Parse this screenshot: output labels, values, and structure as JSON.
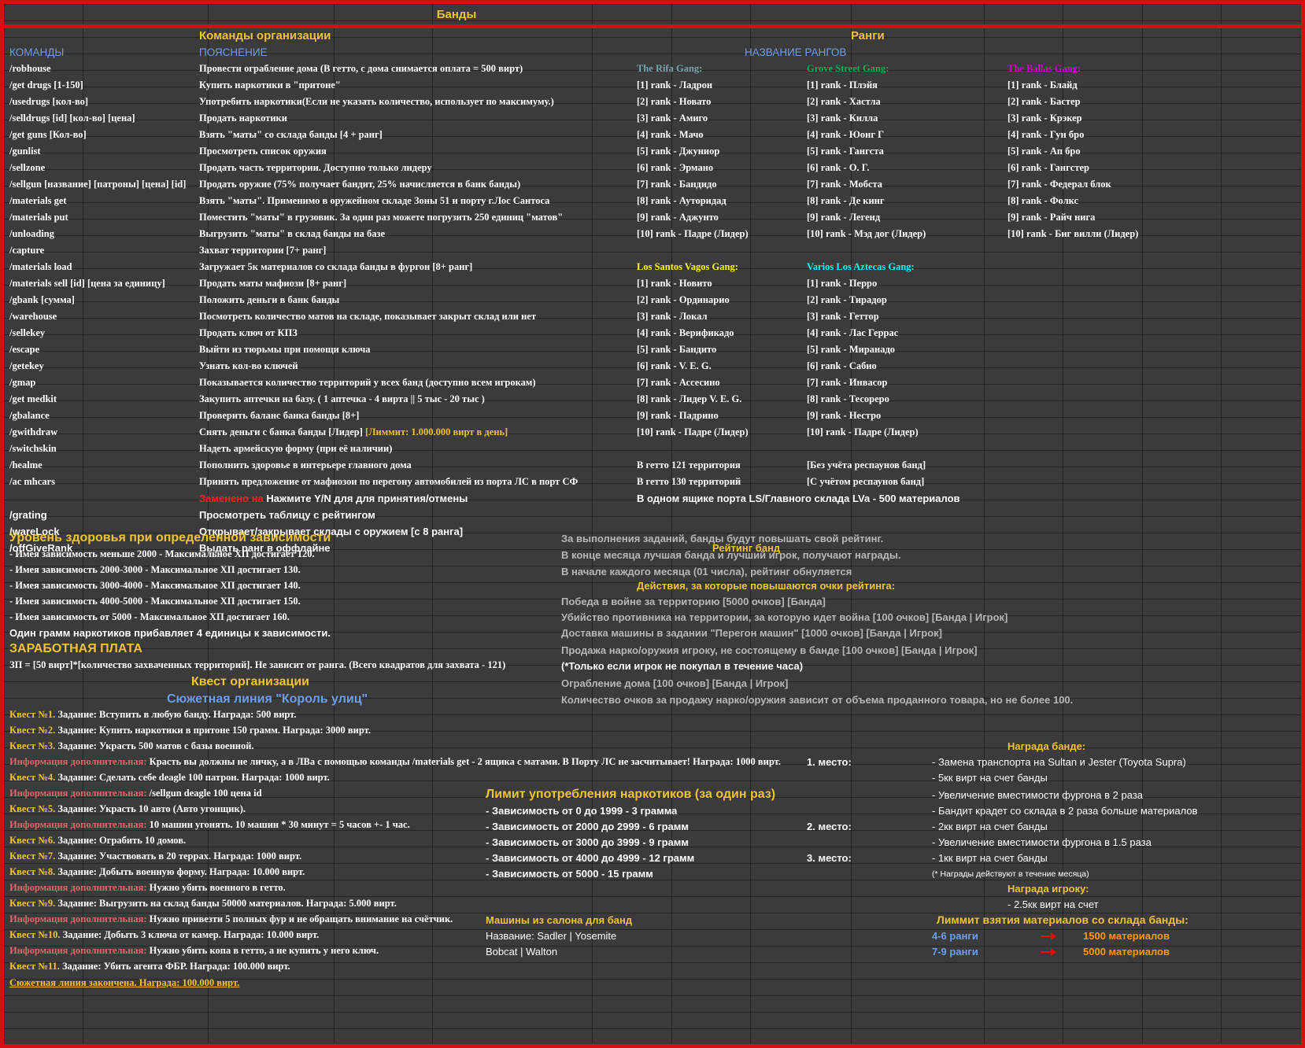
{
  "title": "Банды",
  "headers": {
    "commands_title": "Команды организации",
    "ranks_title": "Ранги",
    "col_commands": "КОМАНДЫ",
    "col_explanation": "ПОЯСНЕНИЕ",
    "col_rank_names": "НАЗВАНИЕ РАНГОВ"
  },
  "commands": [
    {
      "cmd": "/robhouse",
      "desc": "Провести ограбление дома (В гетто, с дома снимается оплата = 500 вирт)"
    },
    {
      "cmd": "/get drugs [1-150]",
      "desc": "Купить наркотики в \"притоне\""
    },
    {
      "cmd": "/usedrugs [кол-во]",
      "desc": "Употребить наркотики(Если не указать количество, использует по максимуму.)"
    },
    {
      "cmd": "/selldrugs [id] [кол-во] [цена]",
      "desc": "Продать наркотики"
    },
    {
      "cmd": "/get guns [Кол-во]",
      "desc": "Взять \"маты\" со склада банды [4 + ранг]"
    },
    {
      "cmd": "/gunlist",
      "desc": "Просмотреть список оружия"
    },
    {
      "cmd": "/sellzone",
      "desc": "Продать часть территории. Доступно только лидеру"
    },
    {
      "cmd": "/sellgun [название] [патроны] [цена] [id]",
      "desc": "Продать оружие (75% получает бандит, 25% начисляется в банк банды)"
    },
    {
      "cmd": "/materials get",
      "desc": "Взять \"маты\". Применимо в оружейном складе Зоны 51 и порту г.Лос Сантоса"
    },
    {
      "cmd": "/materials put",
      "desc": "Поместить \"маты\" в грузовик. За один раз можете погрузить 250 единиц \"матов\""
    },
    {
      "cmd": "/unloading",
      "desc": "Выгрузить \"маты\" в склад банды на базе"
    },
    {
      "cmd": "/capture",
      "desc": "Захват территории [7+ ранг]"
    },
    {
      "cmd": "/materials load",
      "desc": "Загружает 5к материалов со склада банды в фургон [8+ ранг]"
    },
    {
      "cmd": "/materials sell [id] [цена за единицу]",
      "desc": "Продать маты мафиози [8+ ранг]"
    },
    {
      "cmd": "/gbank [сумма]",
      "desc": "Положить деньги в банк банды"
    },
    {
      "cmd": "/warehouse",
      "desc": "Посмотреть количество матов на складе, показывает закрыт склад или нет"
    },
    {
      "cmd": "/sellekey",
      "desc": "Продать ключ от КПЗ"
    },
    {
      "cmd": "/escape",
      "desc": "Выйти из тюрьмы при помощи ключа"
    },
    {
      "cmd": "/getekey",
      "desc": "Узнать кол-во ключей"
    },
    {
      "cmd": "/gmap",
      "desc": "Показывается количество территорий у всех банд (доступно всем игрокам)"
    },
    {
      "cmd": "/get medkit",
      "desc": "Закупить аптечки на базу. ( 1 аптечка - 4 вирта || 5 тыс - 20 тыс )"
    },
    {
      "cmd": "/gbalance",
      "desc": "Проверить баланс банка банды [8+]"
    },
    {
      "cmd": "/gwithdraw",
      "desc": "Снять деньги с банка банды [Лидер]",
      "extra": "[Лиммит: 1.000.000 вирт в день]"
    },
    {
      "cmd": "/switchskin",
      "desc": "Надеть армейскую форму (при её наличии)"
    },
    {
      "cmd": "/healme",
      "desc": "Пополнить здоровье в интерьере главного дома"
    },
    {
      "cmd": "/ac mhcars",
      "desc": "Принять предложение от мафиозои по перегону автомобилей из порта ЛС в порт СФ"
    },
    {
      "cmd": "",
      "desc": "Нажмите Y/N для для принятия/отмены",
      "prefix": "Заменено на"
    },
    {
      "cmd": "/grating",
      "desc": "Просмотреть таблицу с рейтингом"
    },
    {
      "cmd": "/wareLock",
      "desc": "Открывает/закрывает склады с оружием [с 8 ранга]"
    },
    {
      "cmd": "/offGiveRank",
      "desc": "Выдать ранг в оффлайне"
    }
  ],
  "gangs_top": [
    {
      "name": "The Rifa Gang:",
      "color": "#76a5af",
      "ranks": [
        "[1] rank - Ладрон",
        "[2] rank - Новато",
        "[3] rank - Амиго",
        "[4] rank - Мачо",
        "[5] rank - Джуниор",
        "[6] rank - Эрмано",
        "[7] rank - Бандидо",
        "[8] rank - Ауторидад",
        "[9] rank - Аджунто",
        "[10] rank - Падре (Лидер)"
      ]
    },
    {
      "name": "Grove Street Gang:",
      "color": "#00b050",
      "ranks": [
        "[1] rank - Плэйя",
        "[2] rank - Хастла",
        "[3] rank - Килла",
        "[4] rank - Юонг Г",
        "[5] rank - Гангста",
        "[6] rank - О. Г.",
        "[7] rank - Мобста",
        "[8] rank - Де кинг",
        "[9] rank - Легенд",
        "[10] rank - Мэд дог (Лидер)"
      ]
    },
    {
      "name": "The Ballas Gang:",
      "color": "#cc00cc",
      "ranks": [
        "[1] rank - Блайд",
        "[2] rank - Бастер",
        "[3] rank - Крэкер",
        "[4] rank - Гун бро",
        "[5] rank - Ап бро",
        "[6] rank - Гангстер",
        "[7] rank - Федерал блок",
        "[8] rank - Фолкс",
        "[9] rank - Райч нига",
        "[10] rank - Биг вилли (Лидер)"
      ]
    }
  ],
  "gangs_bottom": [
    {
      "name": "Los Santos Vagos Gang:",
      "color": "#ffff00",
      "ranks": [
        "[1] rank - Новито",
        "[2] rank - Ординарио",
        "[3] rank - Локал",
        "[4] rank - Верификадо",
        "[5] rank - Бандито",
        "[6] rank - V. E. G.",
        "[7] rank - Ассесино",
        "[8] rank - Лидер V. E. G.",
        "[9] rank - Падрино",
        "[10] rank - Падре (Лидер)"
      ]
    },
    {
      "name": "Varios Los Aztecas Gang:",
      "color": "#00ffff",
      "ranks": [
        "[1] rank - Перро",
        "[2] rank - Тирадор",
        "[3] rank - Геттор",
        "[4] rank - Лас Геррас",
        "[5] rank - Миранадо",
        "[6] rank - Сабио",
        "[7] rank - Инвасор",
        "[8] rank - Тесореро",
        "[9] rank - Нестро",
        "[10] rank - Падре (Лидер)"
      ]
    }
  ],
  "territory": {
    "ghetto121": "В гетто 121 территория",
    "ghetto130": "В гетто 130 территорий",
    "no_respawns": "[Без учёта респаунов банд]",
    "with_respawns": "[С учётом респаунов банд]",
    "box_info": "В одном ящике порта LS/Главного склада LVa - 500 материалов"
  },
  "rating": {
    "title": "Рейтинг банд",
    "lines": [
      "За выполнения заданий, банды будут повышать свой рейтинг.",
      "В конце месяца лучшая банда и лучший игрок, получают награды.",
      "В начале каждого месяца (01 числа), рейтинг обнуляется"
    ],
    "actions_title": "Действия, за которые повышаются очки рейтинга:",
    "actions": [
      "Победа в войне за территорию [5000 очков] [Банда]",
      "Убийство противника на территории, за которую идет война [100 очков] [Банда | Игрок]",
      "Доставка машины в задании \"Перегон машин\" [1000 очков] [Банда | Игрок]",
      "Продажа нарко/оружия игроку, не состоящему в банде [100 очков] [Банда | Игрок]",
      "(*Только если игрок не покупал в течение часа)",
      "Ограбление дома [100 очков] [Банда | Игрок]",
      "Количество очков за продажу нарко/оружия зависит от объема проданного товара, но не более 100."
    ]
  },
  "health": {
    "title": "Уровень здоровья при определенной зависимости",
    "lines": [
      "- Имея зависимость меньше 2000 - Максимальное ХП достигает 120.",
      "- Имея зависимость 2000-3000 - Максимальное ХП достигает 130.",
      "- Имея зависимость 3000-4000 - Максимальное ХП достигает 140.",
      "- Имея зависимость 4000-5000 - Максимальное ХП достигает 150.",
      "- Имея зависимость от 5000 - Максимальное ХП достигает 160."
    ],
    "gram": "Один грамм наркотиков прибавляет 4 единицы к зависимости."
  },
  "salary": {
    "title": "ЗАРАБОТНАЯ ПЛАТА",
    "text": "ЗП = [50 вирт]*[количество захваченных территорий]. Не зависит от ранга. (Всего квадратов для захвата - 121)"
  },
  "quest": {
    "title": "Квест организации",
    "storyline": "Сюжетная линия \"Король улиц\"",
    "items": [
      {
        "label": "Квест №1.",
        "text": "Задание: Вступить в любую банду. Награда: 500 вирт.",
        "type": "q"
      },
      {
        "label": "Квест №2.",
        "text": "Задание: Купить наркотики в притоне 150 грамм. Награда: 3000 вирт.",
        "type": "q"
      },
      {
        "label": "Квест №3.",
        "text": "Задание: Украсть 500 матов с базы военной.",
        "type": "q"
      },
      {
        "label": "Информация дополнительная:",
        "text": "Красть вы должны не личку, а в ЛВа с помощью команды /materials get - 2 ящика с матами. В Порту ЛС не засчитывает! Награда: 1000 вирт.",
        "type": "i"
      },
      {
        "label": "Квест №4.",
        "text": "Задание: Сделать себе deagle 100 патрон. Награда: 1000 вирт.",
        "type": "q"
      },
      {
        "label": "Информация дополнительная:",
        "text": "/sellgun deagle 100 цена id",
        "type": "i"
      },
      {
        "label": "Квест №5.",
        "text": "Задание: Украсть 10 авто (Авто угонщик).",
        "type": "q"
      },
      {
        "label": "Информация дополнительная:",
        "text": "10 машин угонять. 10 машин * 30 минут = 5 часов +- 1 час.",
        "type": "i"
      },
      {
        "label": "Квест №6.",
        "text": "Задание: Ограбить 10 домов.",
        "type": "q"
      },
      {
        "label": "Квест №7.",
        "text": "Задание: Участвовать в 20 террах. Награда: 1000 вирт.",
        "type": "q"
      },
      {
        "label": "Квест №8.",
        "text": "Задание: Добыть военную форму. Награда: 10.000 вирт.",
        "type": "q"
      },
      {
        "label": "Информация дополнительная:",
        "text": "Нужно убить военного в гетто.",
        "type": "i"
      },
      {
        "label": "Квест №9.",
        "text": "Задание: Выгрузить на склад банды 50000 материалов. Награда: 5.000 вирт.",
        "type": "q"
      },
      {
        "label": "Информация дополнительная:",
        "text": "Нужно привезти 5 полных фур и не обращать внимание на счётчик.",
        "type": "i"
      },
      {
        "label": "Квест №10.",
        "text": "Задание: Добыть 3 ключа от камер. Награда: 10.000 вирт.",
        "type": "q"
      },
      {
        "label": "Информация дополнительная:",
        "text": "Нужно убить копа в гетто, а не купить у него ключ.",
        "type": "i"
      },
      {
        "label": "Квест №11.",
        "text": "Задание: Убить агента ФБР. Награда: 100.000 вирт.",
        "type": "q"
      }
    ],
    "ending": "Сюжетная линия закончена. Награда: 100.000 вирт."
  },
  "drug_limit": {
    "title": "Лимит употребления наркотиков (за один раз)",
    "lines": [
      "- Зависимость от 0 до 1999 - 3 грамма",
      "- Зависимость от 2000 до 2999 - 6 грамм",
      "- Зависимость от 3000 до 3999 - 9 грамм",
      "- Зависимость от 4000 до 4999 - 12 грамм",
      "- Зависимость от 5000 - 15 грамм"
    ]
  },
  "rewards": {
    "gang_title": "Награда банде:",
    "place1": "1. место:",
    "place1_items": [
      "- Замена транспорта на Sultan и Jester (Toyota Supra)",
      "- 5кк вирт на счет банды",
      "- Увеличение вместимости фургона в 2 раза",
      "- Бандит крадет со склада в 2 раза больше материалов"
    ],
    "place2": "2. место:",
    "place2_items": [
      "- 2кк вирт на счет банды",
      "- Увеличение вместимости фургона в 1.5 раза"
    ],
    "place3": "3. место:",
    "place3_items": [
      "- 1кк вирт на счет банды"
    ],
    "note": "(* Награды действуют в течение месяца)",
    "player_title": "Награда игроку:",
    "player_item": "- 2.5кк вирт на счет"
  },
  "cars": {
    "title": "Машины из салона для банд",
    "line1": "Название: Sadler | Yosemite",
    "line2": "Bobcat | Walton"
  },
  "materials_limit": {
    "title": "Лиммит взятия материалов со склада банды:",
    "rows": [
      {
        "ranks": "4-6 ранги",
        "amount": "1500 материалов"
      },
      {
        "ranks": "7-9 ранги",
        "amount": "5000 материалов"
      }
    ]
  },
  "colors": {
    "background": "#3b3b3b",
    "border": "#d40f0f",
    "header_yellow": "#f1c232",
    "blue": "#6d9eeb",
    "info_red": "#e06666"
  }
}
